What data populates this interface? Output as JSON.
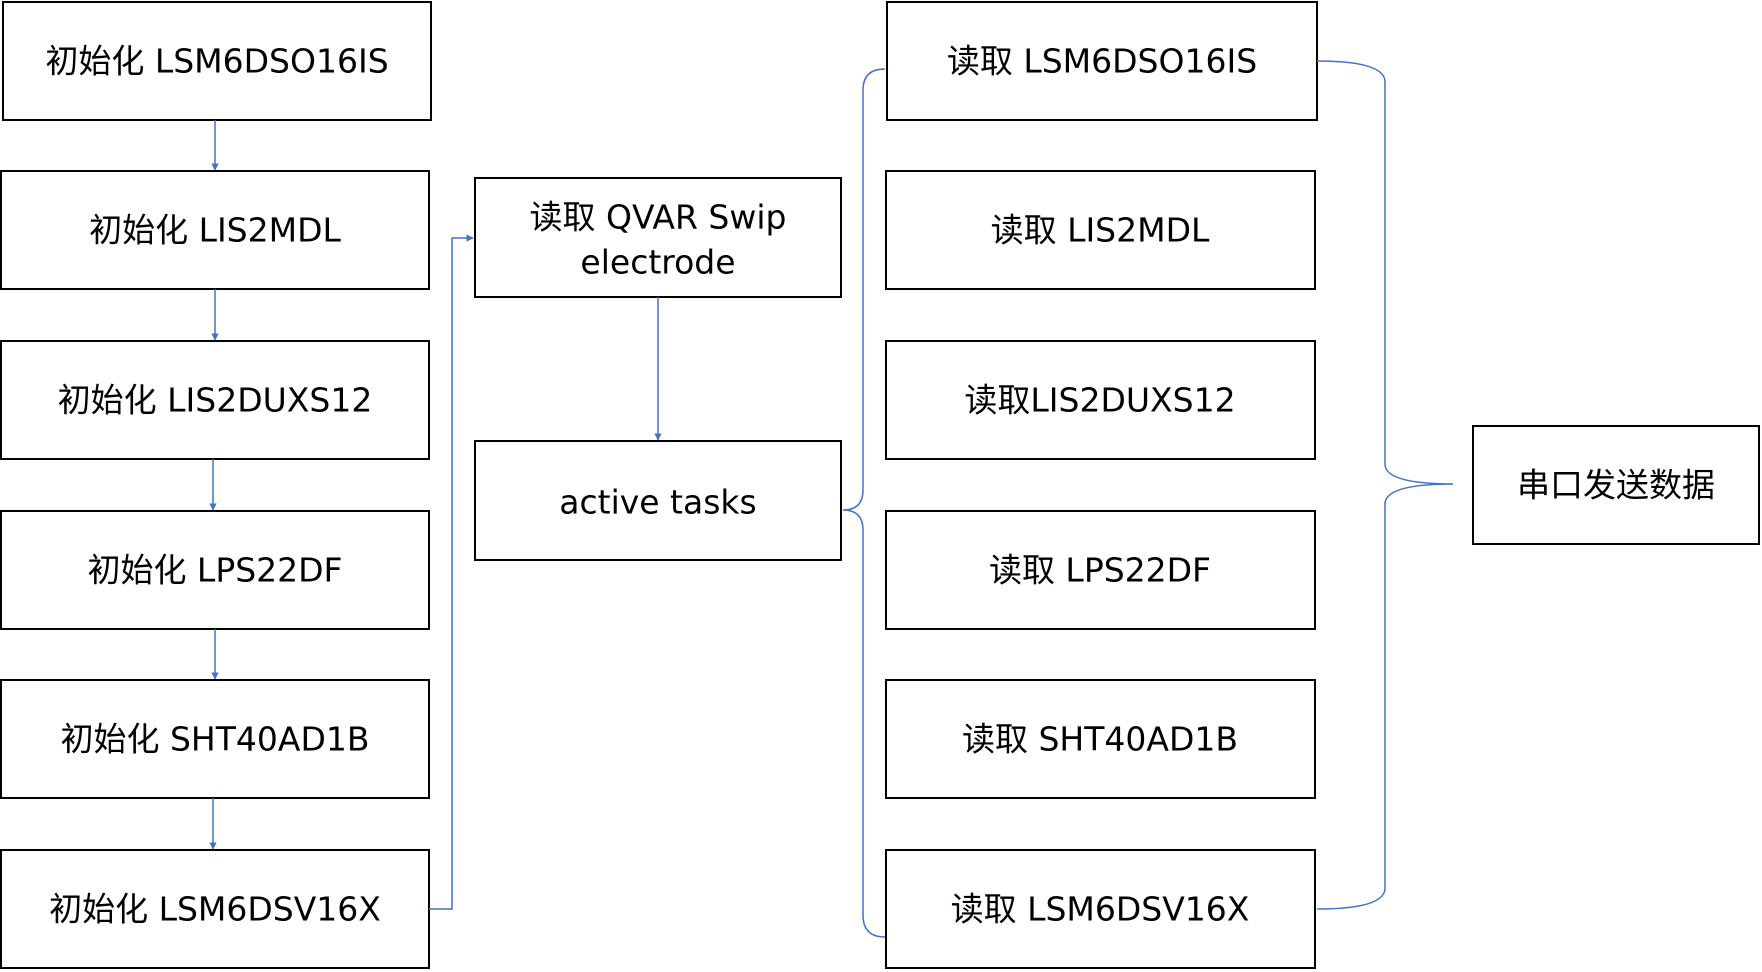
{
  "colors": {
    "box_border": "#000000",
    "box_fill": "#ffffff",
    "text": "#000000",
    "connector": "#4472c4"
  },
  "nodes": {
    "init_lsm6dso16is": "初始化 LSM6DSO16IS",
    "init_lis2mdl": "初始化 LIS2MDL",
    "init_lis2duxs12": "初始化 LIS2DUXS12",
    "init_lps22df": "初始化 LPS22DF",
    "init_sht40ad1b": "初始化 SHT40AD1B",
    "init_lsm6dsv16x": "初始化 LSM6DSV16X",
    "read_qvar_line1": "读取 QVAR Swip",
    "read_qvar_line2": "electrode",
    "active_tasks": "active tasks",
    "read_lsm6dso16is": "读取 LSM6DSO16IS",
    "read_lis2mdl": "读取 LIS2MDL",
    "read_lis2duxs12": "读取LIS2DUXS12",
    "read_lps22df": "读取 LPS22DF",
    "read_sht40ad1b": "读取 SHT40AD1B",
    "read_lsm6dsv16x": "读取 LSM6DSV16X",
    "serial_send": "串口发送数据"
  }
}
